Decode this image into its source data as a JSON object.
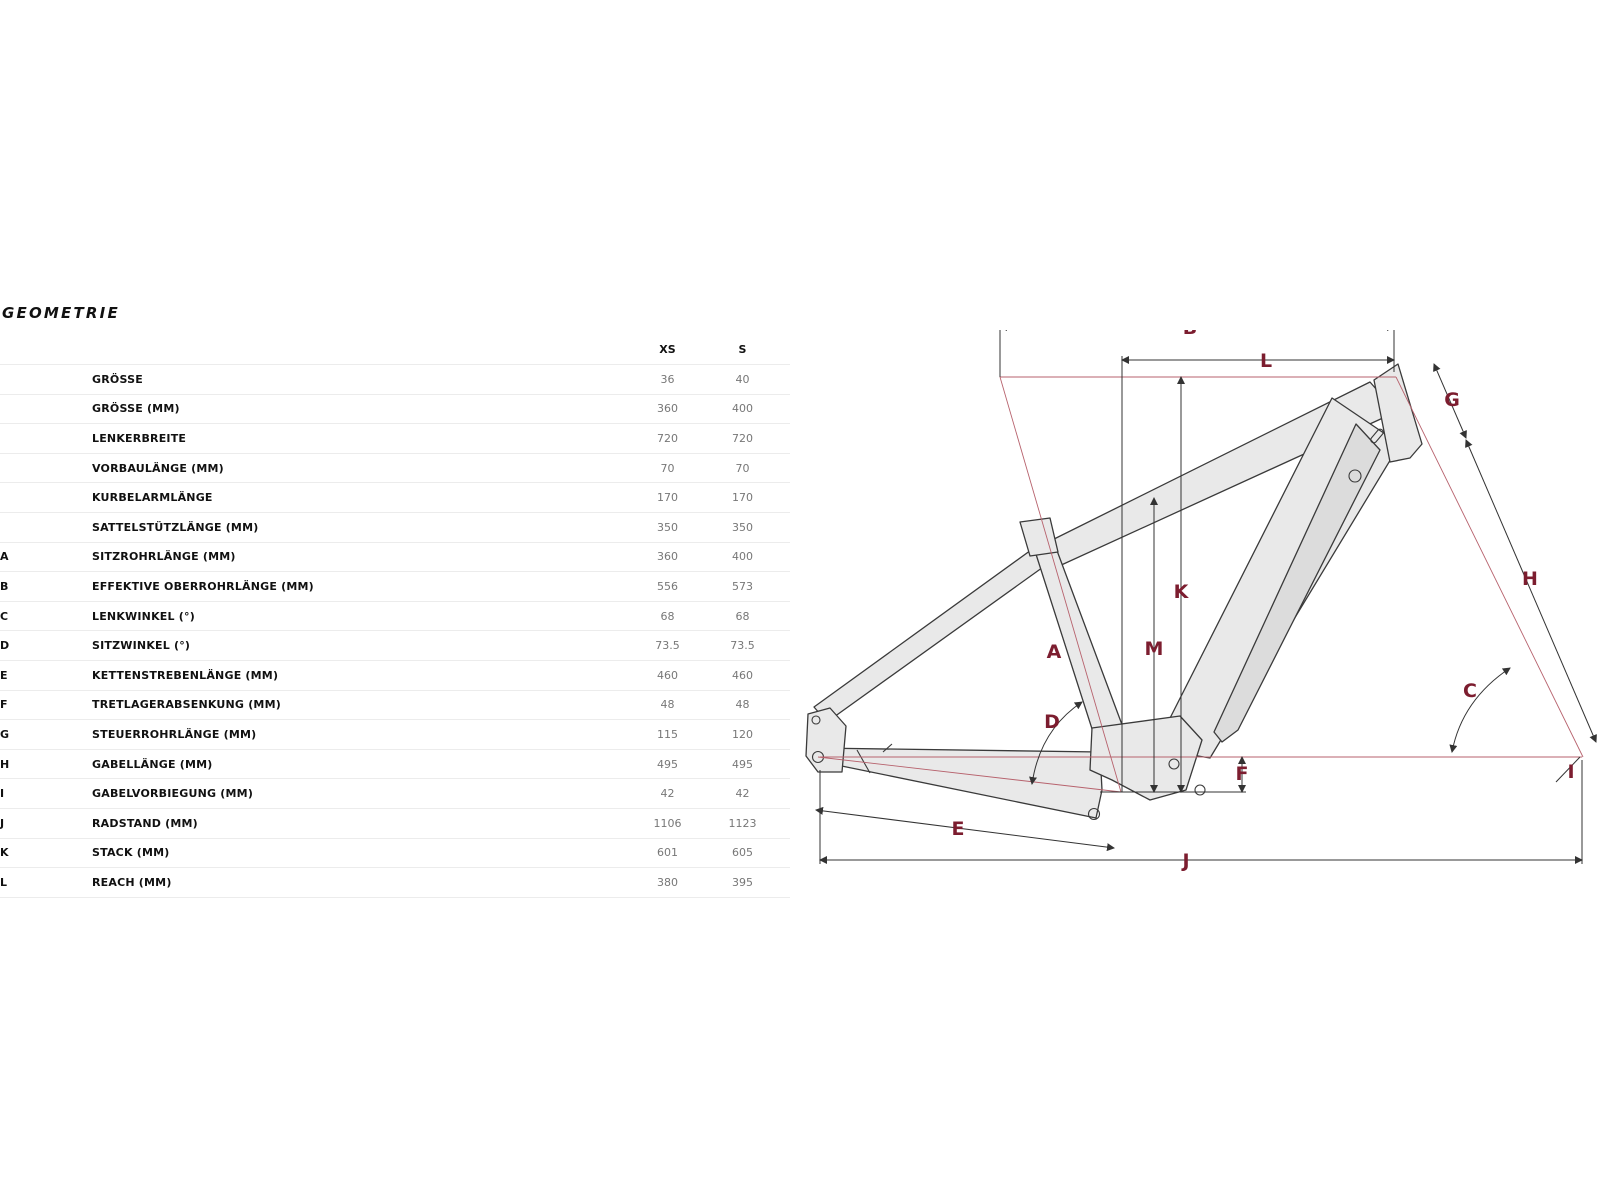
{
  "title": "GEOMETRIE",
  "columns": [
    "XS",
    "S"
  ],
  "rows": [
    {
      "letter": "",
      "label": "GRÖSSE",
      "values": [
        "36",
        "40"
      ]
    },
    {
      "letter": "",
      "label": "GRÖSSE (MM)",
      "values": [
        "360",
        "400"
      ]
    },
    {
      "letter": "",
      "label": "LENKERBREITE",
      "values": [
        "720",
        "720"
      ]
    },
    {
      "letter": "",
      "label": "VORBAULÄNGE (MM)",
      "values": [
        "70",
        "70"
      ]
    },
    {
      "letter": "",
      "label": "KURBELARMLÄNGE",
      "values": [
        "170",
        "170"
      ]
    },
    {
      "letter": "",
      "label": "SATTELSTÜTZLÄNGE (MM)",
      "values": [
        "350",
        "350"
      ]
    },
    {
      "letter": "A",
      "label": "SITZROHRLÄNGE (MM)",
      "values": [
        "360",
        "400"
      ]
    },
    {
      "letter": "B",
      "label": "EFFEKTIVE OBERROHRLÄNGE (MM)",
      "values": [
        "556",
        "573"
      ]
    },
    {
      "letter": "C",
      "label": "LENKWINKEL (°)",
      "values": [
        "68",
        "68"
      ]
    },
    {
      "letter": "D",
      "label": "SITZWINKEL (°)",
      "values": [
        "73.5",
        "73.5"
      ]
    },
    {
      "letter": "E",
      "label": "KETTENSTREBENLÄNGE (MM)",
      "values": [
        "460",
        "460"
      ]
    },
    {
      "letter": "F",
      "label": "TRETLAGERABSENKUNG (MM)",
      "values": [
        "48",
        "48"
      ]
    },
    {
      "letter": "G",
      "label": "STEUERROHRLÄNGE (MM)",
      "values": [
        "115",
        "120"
      ]
    },
    {
      "letter": "H",
      "label": "GABELLÄNGE (MM)",
      "values": [
        "495",
        "495"
      ]
    },
    {
      "letter": "I",
      "label": "GABELVORBIEGUNG (MM)",
      "values": [
        "42",
        "42"
      ]
    },
    {
      "letter": "J",
      "label": "RADSTAND (MM)",
      "values": [
        "1106",
        "1123"
      ]
    },
    {
      "letter": "K",
      "label": "STACK (MM)",
      "values": [
        "601",
        "605"
      ]
    },
    {
      "letter": "L",
      "label": "REACH (MM)",
      "values": [
        "380",
        "395"
      ]
    }
  ],
  "diagram": {
    "labels": {
      "A": "A",
      "B": "B",
      "C": "C",
      "D": "D",
      "E": "E",
      "F": "F",
      "G": "G",
      "H": "H",
      "I": "I",
      "J": "J",
      "K": "K",
      "L": "L",
      "M": "M"
    },
    "colors": {
      "frame_fill": "#e9e9e9",
      "frame_stroke": "#3a3a3a",
      "dimension_line": "#333333",
      "reference_line": "#b7626d",
      "label": "#7c1d2f"
    }
  }
}
